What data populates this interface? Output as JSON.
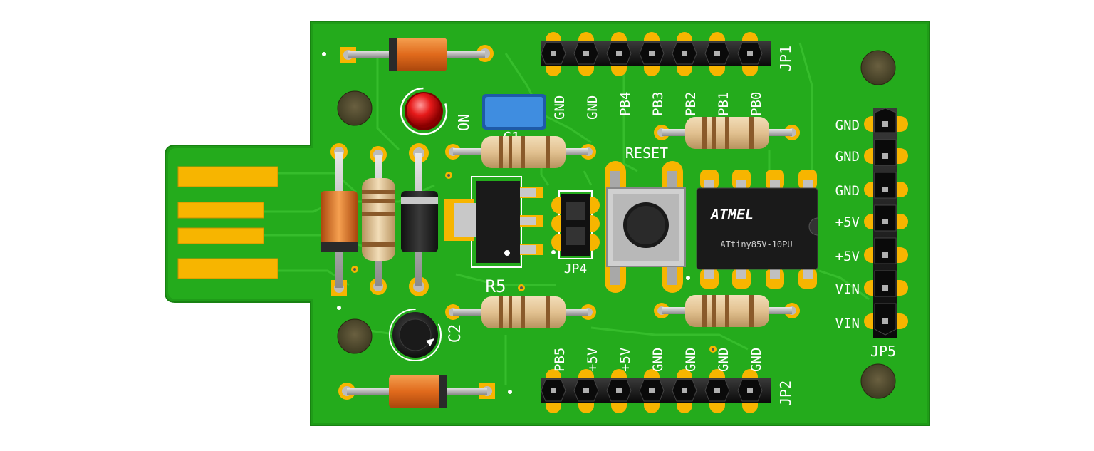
{
  "board": {
    "jp1_label": "JP1",
    "jp1_pins": [
      "GND",
      "GND",
      "PB4",
      "PB3",
      "PB2",
      "PB1",
      "PB0"
    ],
    "jp2_label": "JP2",
    "jp2_pins": [
      "PB5",
      "+5V",
      "+5V",
      "GND",
      "GND",
      "GND",
      "GND"
    ],
    "jp5_label": "JP5",
    "jp5_pins": [
      "GND",
      "GND",
      "GND",
      "+5V",
      "+5V",
      "VIN",
      "VIN"
    ],
    "led_label": "ON",
    "cap_label": "C1",
    "cap2_label": "C2",
    "resistor_label": "R5",
    "jumper_label": "JP4",
    "button_label": "RESET",
    "chip_logo": "ATMEL",
    "chip_part": "ATtiny85V-10PU"
  },
  "colors": {
    "pcb": "#22a61b",
    "pcb_edge": "#1b8a15",
    "gold": "#f7b500",
    "trace": "#2fb226",
    "silk": "#ffffff"
  }
}
